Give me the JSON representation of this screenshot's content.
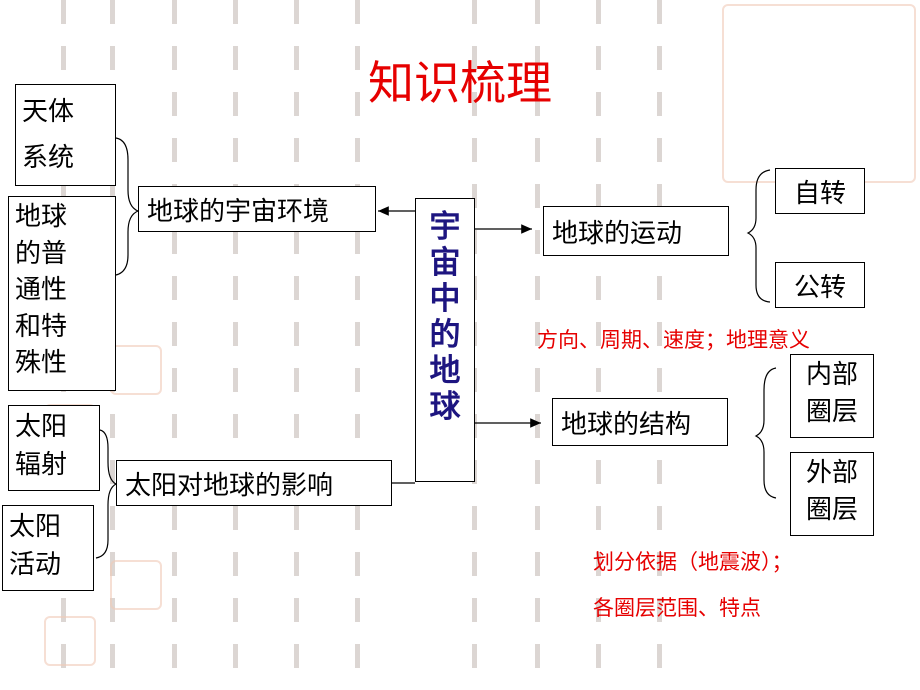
{
  "title": "知识梳理",
  "center": "宇宙中的地球",
  "left": {
    "environment": "地球的宇宙环境",
    "celestial": [
      "天体",
      "系统"
    ],
    "earth_traits": [
      "地球",
      "的普",
      "通性",
      "和特",
      "殊性"
    ],
    "sun_effect": "太阳对地球的影响",
    "radiation": [
      "太阳",
      "辐射"
    ],
    "activity": [
      "太阳",
      "活动"
    ]
  },
  "right": {
    "motion": "地球的运动",
    "rotation": "自转",
    "revolution": "公转",
    "motion_note": "方向、周期、速度；地理意义",
    "structure": "地球的结构",
    "inner": [
      "内部",
      "圈层"
    ],
    "outer": [
      "外部",
      "圈层"
    ],
    "structure_note1": "划分依据（地震波）；",
    "structure_note2": "各圈层范围、特点"
  },
  "colors": {
    "title": "#e60000",
    "center_text": "#1d1580",
    "note": "#e60000"
  }
}
